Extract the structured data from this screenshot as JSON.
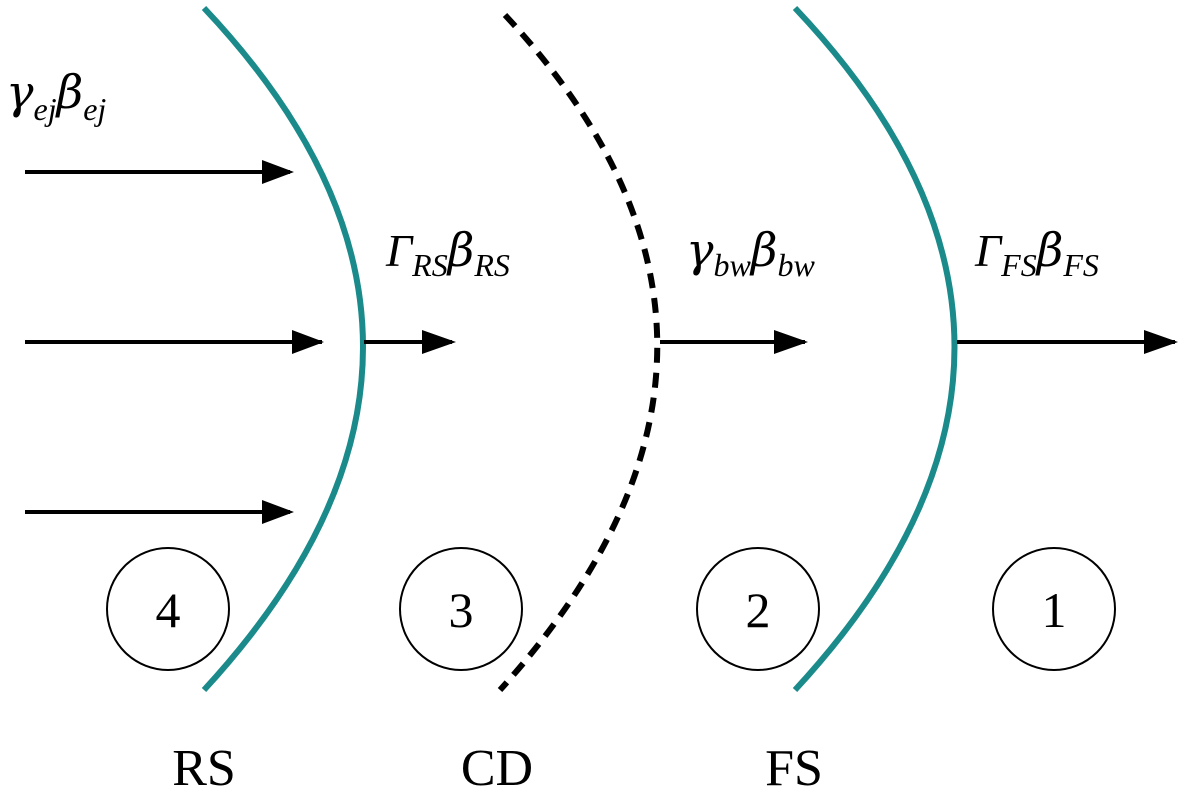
{
  "colors": {
    "shock_line": "#1a8a8a",
    "arrow": "#000000",
    "discontinuity": "#000000"
  },
  "labels": {
    "ejecta": {
      "main1": "γ",
      "sub1": "ej",
      "main2": "β",
      "sub2": "ej"
    },
    "reverse_shock_velocity": {
      "main1": "Γ",
      "sub1": "RS",
      "main2": "β",
      "sub2": "RS"
    },
    "blast_wave_velocity": {
      "main1": "γ",
      "sub1": "bw",
      "main2": "β",
      "sub2": "bw"
    },
    "forward_shock_velocity": {
      "main1": "Γ",
      "sub1": "FS",
      "main2": "β",
      "sub2": "FS"
    }
  },
  "regions": [
    "4",
    "3",
    "2",
    "1"
  ],
  "shocks": {
    "reverse": "RS",
    "contact": "CD",
    "forward": "FS"
  }
}
